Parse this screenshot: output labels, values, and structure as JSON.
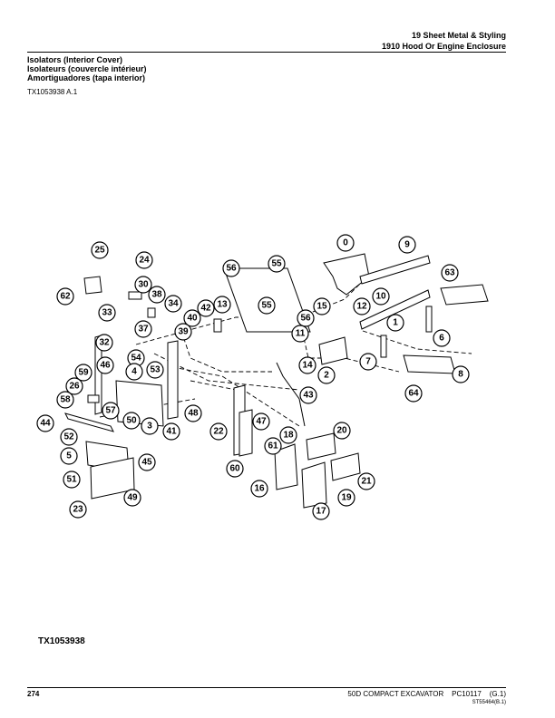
{
  "header": {
    "section": "19 Sheet Metal & Styling",
    "subsection": "1910 Hood Or Engine Enclosure"
  },
  "titles": [
    "Isolators (Interior Cover)",
    "Isolateurs (couvercle intérieur)",
    "Amortiguadores (tapa interior)"
  ],
  "figure_ref": "TX1053938 A.1",
  "figure_label": "TX1053938",
  "footer": {
    "page": "274",
    "right": "50D COMPACT EXCAVATOR    PC10117    (G.1)",
    "code": "ST55464(B.1)"
  },
  "callouts": [
    "0",
    "9",
    "25",
    "24",
    "56",
    "55",
    "63",
    "62",
    "30",
    "38",
    "34",
    "42",
    "13",
    "15",
    "10",
    "33",
    "40",
    "55",
    "56",
    "12",
    "1",
    "37",
    "39",
    "11",
    "6",
    "32",
    "54",
    "53",
    "14",
    "7",
    "2",
    "8",
    "46",
    "4",
    "59",
    "26",
    "43",
    "64",
    "57",
    "58",
    "50",
    "3",
    "48",
    "41",
    "22",
    "47",
    "20",
    "44",
    "52",
    "61",
    "18",
    "5",
    "45",
    "60",
    "21",
    "51",
    "16",
    "19",
    "23",
    "49",
    "17"
  ]
}
